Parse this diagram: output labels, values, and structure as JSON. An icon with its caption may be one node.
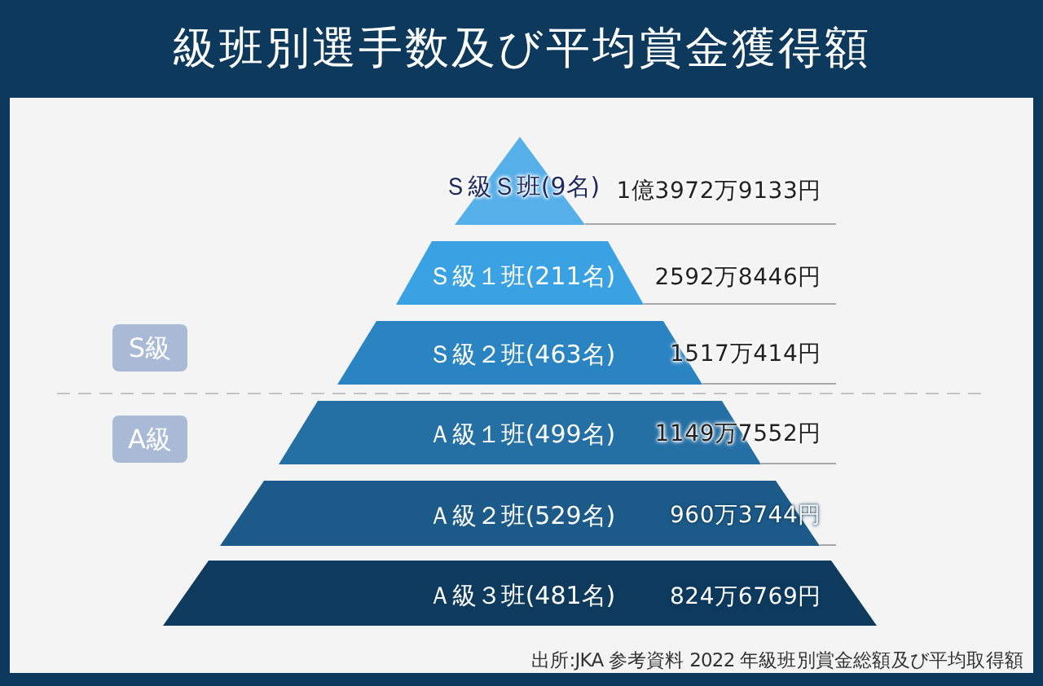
{
  "diagram": {
    "title": "級班別選手数及び平均賞金獲得額",
    "nodes": [
      {
        "text": [
          "Ｓ級Ｓ班(9名)"
        ],
        "beside": [
          "1億3972万9133円"
        ]
      },
      {
        "text": [
          "Ｓ級１班(211名)"
        ],
        "beside": [
          "2592万8446円"
        ]
      },
      {
        "text": [
          "S級"
        ]
      },
      {
        "text": [
          "Ｓ級２班(463名)"
        ],
        "beside": [
          "1517万414円"
        ]
      },
      {
        "text": [
          "A級"
        ]
      },
      {
        "text": [
          "Ａ級１班(499名)",
          "1149万7552円"
        ]
      },
      {
        "text": [
          "Ａ級２班(529名)",
          "960万3744円"
        ]
      },
      {
        "text": [
          "Ａ級３班(481名)",
          "824万6769円"
        ]
      }
    ],
    "caption": "出所:JKA 参考資料 2022 年級班別賞金総額及び平均取得額"
  }
}
